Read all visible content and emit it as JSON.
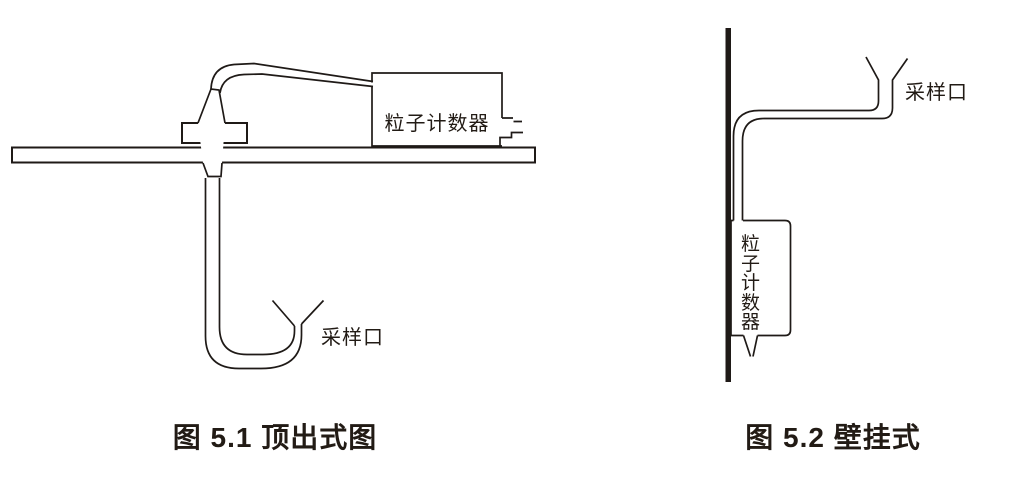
{
  "figure_left": {
    "device_label": "粒子计数器",
    "sampling_port_label": "采样口",
    "caption": "图 5.1 顶出式图"
  },
  "figure_right": {
    "device_label": "粒子计数器",
    "sampling_port_label": "采样口",
    "caption": "图 5.2 壁挂式"
  },
  "icons": {
    "sampling_funnel": "v-shaped-funnel",
    "tube": "double-line-tube"
  },
  "colors": {
    "line": "#1f1a17",
    "text": "#221b15",
    "background": "#ffffff"
  }
}
